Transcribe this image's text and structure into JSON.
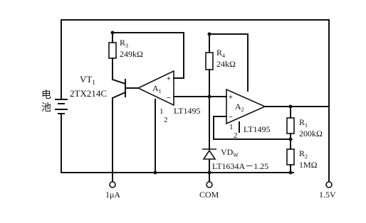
{
  "battery": {
    "label_line1": "电",
    "label_line2": "池"
  },
  "transistor": {
    "ref": "VT",
    "ref_sub": "1",
    "part": "2TX214C"
  },
  "r3": {
    "ref": "R",
    "ref_sub": "3",
    "value": "249kΩ"
  },
  "r4": {
    "ref": "R",
    "ref_sub": "4",
    "value": "24kΩ"
  },
  "r1": {
    "ref": "R",
    "ref_sub": "1",
    "value": "200kΩ"
  },
  "r2": {
    "ref": "R",
    "ref_sub": "2",
    "value": "1MΩ"
  },
  "a1": {
    "ref": "A",
    "ref_sub": "1",
    "half": "1",
    "half_den": "2",
    "part": "LT1495"
  },
  "a2": {
    "ref": "A",
    "ref_sub": "2",
    "half": "1",
    "half_den": "2",
    "part": "LT1495"
  },
  "vdw": {
    "ref": "VD",
    "ref_sub": "W",
    "part": "LT1634A－1.25"
  },
  "terminals": {
    "in_label": "1μA",
    "com_label": "COM",
    "out_label": "1.5V"
  }
}
